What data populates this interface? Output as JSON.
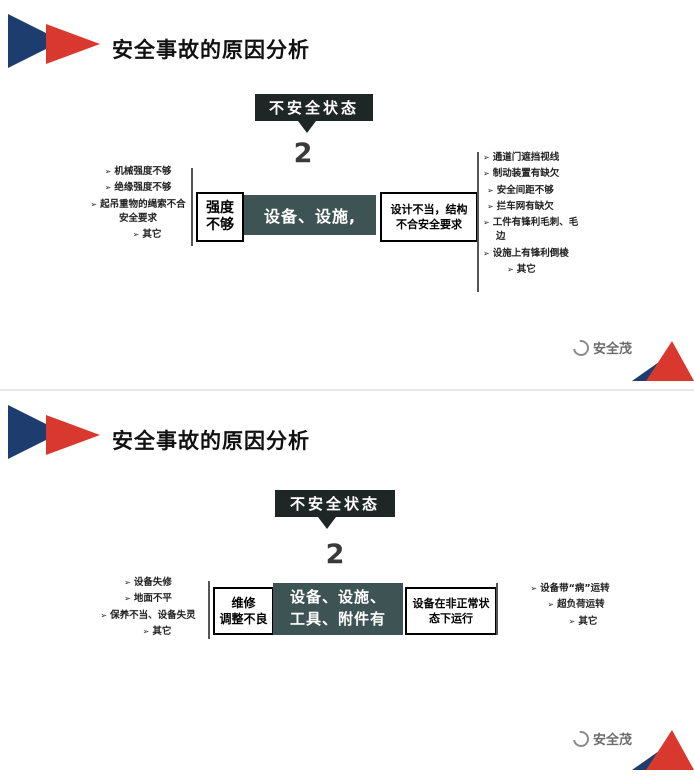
{
  "colors": {
    "brand_blue": "#1c3d6e",
    "brand_red": "#d8382e",
    "badge_bg": "#1f2626",
    "box_bg": "#3e5353"
  },
  "bullet": "➢",
  "watermark": "安全茂",
  "slides": [
    {
      "title": "安全事故的原因分析",
      "badge": "不安全状态",
      "number": "2",
      "left_list": [
        {
          "text": "机械强度不够",
          "indent": 0
        },
        {
          "text": "绝缘强度不够",
          "indent": 0
        },
        {
          "text": "起吊重物的绳索不合安全要求",
          "indent": 0
        },
        {
          "text": "其它",
          "indent": 18
        }
      ],
      "box_left": "强度\n不够",
      "box_center": "设备、设施,",
      "box_right": "设计不当，结构\n不合安全要求",
      "right_list": [
        {
          "text": "通道门遮挡视线",
          "indent": 0
        },
        {
          "text": "制动装置有缺欠",
          "indent": 0
        },
        {
          "text": "安全间距不够",
          "indent": 4
        },
        {
          "text": "拦车网有缺欠",
          "indent": 4
        },
        {
          "text": "工件有锋利毛刺、毛边",
          "indent": 0
        },
        {
          "text": "设施上有锋利倒棱",
          "indent": 0
        },
        {
          "text": "其它",
          "indent": 24
        }
      ]
    },
    {
      "title": "安全事故的原因分析",
      "badge": "不安全状态",
      "number": "2",
      "left_list": [
        {
          "text": "设备失修",
          "indent": 0
        },
        {
          "text": "地面不平",
          "indent": 0
        },
        {
          "text": "保养不当、设备失灵",
          "indent": 0
        },
        {
          "text": "其它",
          "indent": 18
        }
      ],
      "box_left": "维修\n调整不良",
      "box_center": "设备、设施、\n工具、附件有",
      "box_right": "设备在非正常状\n态下运行",
      "right_list": [
        {
          "text": "设备带“病”运转",
          "indent": 0
        },
        {
          "text": "超负荷运转",
          "indent": 12
        },
        {
          "text": "其它",
          "indent": 26
        }
      ]
    }
  ]
}
